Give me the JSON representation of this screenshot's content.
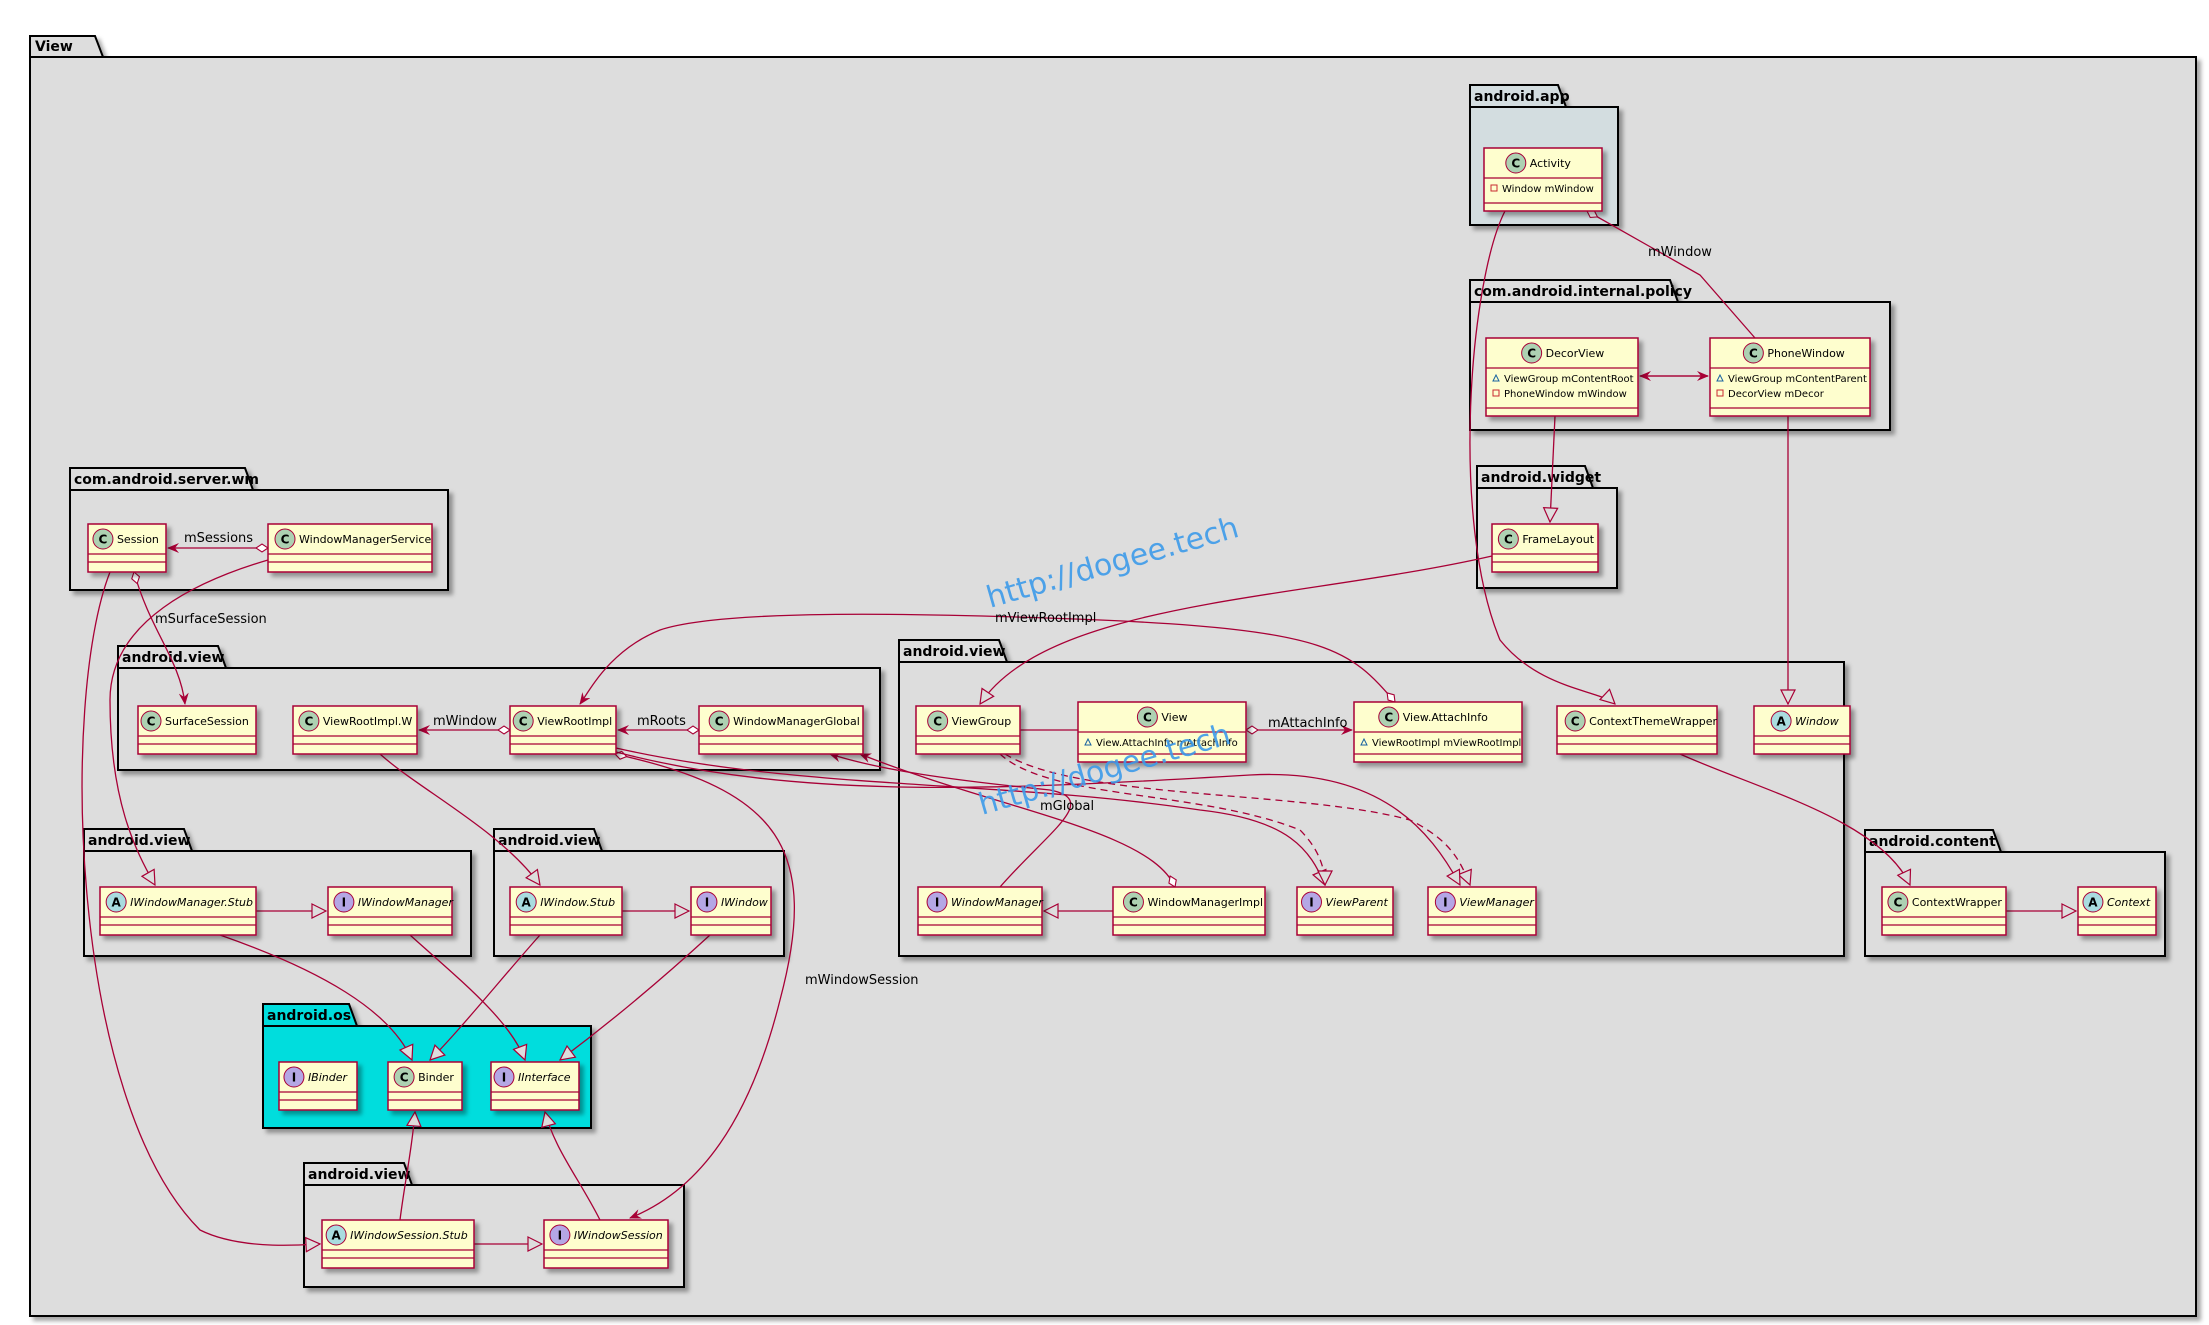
{
  "colors": {
    "outer_bg": "#DDDDDD",
    "pkg_bg": "#DDDDDD",
    "pkg_app_bg": "#D3DDE0",
    "pkg_os_bg": "#00DDDD",
    "class_fill": "#FEFECE",
    "class_border": "#A80036",
    "edge": "#A80036",
    "circle_class": "#ADD1B2",
    "circle_abstract": "#A9DCDF",
    "circle_interface": "#B4A7E5"
  },
  "outer": {
    "title": "View"
  },
  "packages": [
    {
      "id": "pkg-app",
      "title": "android.app"
    },
    {
      "id": "pkg-policy",
      "title": "com.android.internal.policy"
    },
    {
      "id": "pkg-widget",
      "title": "android.widget"
    },
    {
      "id": "pkg-wm",
      "title": "com.android.server.wm"
    },
    {
      "id": "pkg-view1",
      "title": "android.view"
    },
    {
      "id": "pkg-view-main",
      "title": "android.view"
    },
    {
      "id": "pkg-view2",
      "title": "android.view"
    },
    {
      "id": "pkg-view3",
      "title": "android.view"
    },
    {
      "id": "pkg-os",
      "title": "android.os"
    },
    {
      "id": "pkg-view4",
      "title": "android.view"
    },
    {
      "id": "pkg-content",
      "title": "android.content"
    }
  ],
  "classes": [
    {
      "id": "Activity",
      "name": "Activity",
      "kind": "C",
      "italic": false,
      "attrs": [
        {
          "vis": "-",
          "text": "Window mWindow"
        }
      ]
    },
    {
      "id": "DecorView",
      "name": "DecorView",
      "kind": "C",
      "italic": false,
      "attrs": [
        {
          "vis": "~",
          "text": "ViewGroup mContentRoot"
        },
        {
          "vis": "-",
          "text": "PhoneWindow mWindow"
        }
      ]
    },
    {
      "id": "PhoneWindow",
      "name": "PhoneWindow",
      "kind": "C",
      "italic": false,
      "attrs": [
        {
          "vis": "~",
          "text": "ViewGroup mContentParent"
        },
        {
          "vis": "-",
          "text": "DecorView mDecor"
        }
      ]
    },
    {
      "id": "FrameLayout",
      "name": "FrameLayout",
      "kind": "C",
      "italic": false,
      "attrs": []
    },
    {
      "id": "Session",
      "name": "Session",
      "kind": "C",
      "italic": false,
      "attrs": []
    },
    {
      "id": "WindowManagerService",
      "name": "WindowManagerService",
      "kind": "C",
      "italic": false,
      "attrs": []
    },
    {
      "id": "SurfaceSession",
      "name": "SurfaceSession",
      "kind": "C",
      "italic": false,
      "attrs": []
    },
    {
      "id": "ViewRootImplW",
      "name": "ViewRootImpl.W",
      "kind": "C",
      "italic": false,
      "attrs": []
    },
    {
      "id": "ViewRootImpl",
      "name": "ViewRootImpl",
      "kind": "C",
      "italic": false,
      "attrs": []
    },
    {
      "id": "WindowManagerGlobal",
      "name": "WindowManagerGlobal",
      "kind": "C",
      "italic": false,
      "attrs": []
    },
    {
      "id": "ViewGroup",
      "name": "ViewGroup",
      "kind": "C",
      "italic": false,
      "attrs": []
    },
    {
      "id": "View",
      "name": "View",
      "kind": "C",
      "italic": false,
      "attrs": [
        {
          "vis": "~",
          "text": "View.AttachInfo mAttachInfo"
        }
      ]
    },
    {
      "id": "ViewAttachInfo",
      "name": "View.AttachInfo",
      "kind": "C",
      "italic": false,
      "attrs": [
        {
          "vis": "~",
          "text": "ViewRootImpl mViewRootImpl"
        }
      ]
    },
    {
      "id": "ContextThemeWrapper",
      "name": "ContextThemeWrapper",
      "kind": "C",
      "italic": false,
      "attrs": []
    },
    {
      "id": "Window",
      "name": "Window",
      "kind": "A",
      "italic": true,
      "attrs": []
    },
    {
      "id": "WindowManager",
      "name": "WindowManager",
      "kind": "I",
      "italic": true,
      "attrs": []
    },
    {
      "id": "WindowManagerImpl",
      "name": "WindowManagerImpl",
      "kind": "C",
      "italic": false,
      "attrs": []
    },
    {
      "id": "ViewParent",
      "name": "ViewParent",
      "kind": "I",
      "italic": true,
      "attrs": []
    },
    {
      "id": "ViewManager",
      "name": "ViewManager",
      "kind": "I",
      "italic": true,
      "attrs": []
    },
    {
      "id": "IWindowManagerStub",
      "name": "IWindowManager.Stub",
      "kind": "A",
      "italic": true,
      "attrs": []
    },
    {
      "id": "IWindowManager",
      "name": "IWindowManager",
      "kind": "I",
      "italic": true,
      "attrs": []
    },
    {
      "id": "IWindowStub",
      "name": "IWindow.Stub",
      "kind": "A",
      "italic": true,
      "attrs": []
    },
    {
      "id": "IWindow",
      "name": "IWindow",
      "kind": "I",
      "italic": true,
      "attrs": []
    },
    {
      "id": "IBinder",
      "name": "IBinder",
      "kind": "I",
      "italic": true,
      "attrs": []
    },
    {
      "id": "Binder",
      "name": "Binder",
      "kind": "C",
      "italic": false,
      "attrs": []
    },
    {
      "id": "IInterface",
      "name": "IInterface",
      "kind": "I",
      "italic": true,
      "attrs": []
    },
    {
      "id": "IWindowSessionStub",
      "name": "IWindowSession.Stub",
      "kind": "A",
      "italic": true,
      "attrs": []
    },
    {
      "id": "IWindowSession",
      "name": "IWindowSession",
      "kind": "I",
      "italic": true,
      "attrs": []
    },
    {
      "id": "ContextWrapper",
      "name": "ContextWrapper",
      "kind": "C",
      "italic": false,
      "attrs": []
    },
    {
      "id": "Context",
      "name": "Context",
      "kind": "A",
      "italic": true,
      "attrs": []
    }
  ],
  "edge_labels": [
    {
      "id": "lbl-mwindow-activity",
      "text": "mWindow"
    },
    {
      "id": "lbl-msessions",
      "text": "mSessions"
    },
    {
      "id": "lbl-msurfacesession",
      "text": "mSurfaceSession"
    },
    {
      "id": "lbl-mviewrootimpl",
      "text": "mViewRootImpl"
    },
    {
      "id": "lbl-mwindow-vri",
      "text": "mWindow"
    },
    {
      "id": "lbl-mroots",
      "text": "mRoots"
    },
    {
      "id": "lbl-mattachinfo",
      "text": "mAttachInfo"
    },
    {
      "id": "lbl-mglobal",
      "text": "mGlobal"
    },
    {
      "id": "lbl-mwindowsession",
      "text": "mWindowSession"
    }
  ],
  "watermark": {
    "text": "http://dogee.tech"
  }
}
